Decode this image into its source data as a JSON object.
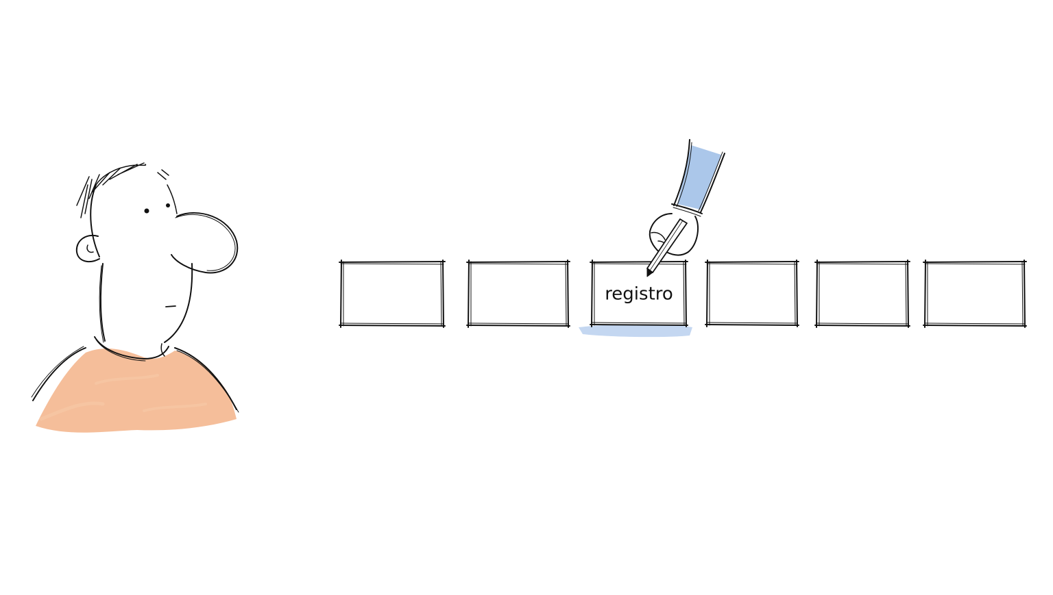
{
  "colors": {
    "ink": "#111111",
    "shirt": "#f2a878",
    "sleeve": "#8fb4e3",
    "shadow": "#9dbde8",
    "background": "#ffffff"
  },
  "boxes": [
    {
      "label": "",
      "highlighted": false
    },
    {
      "label": "",
      "highlighted": false
    },
    {
      "label": "registro",
      "highlighted": true
    },
    {
      "label": "",
      "highlighted": false
    },
    {
      "label": "",
      "highlighted": false
    },
    {
      "label": "",
      "highlighted": false
    }
  ],
  "icons": {
    "person": "person-illustration",
    "hand": "hand-with-pencil-illustration"
  }
}
